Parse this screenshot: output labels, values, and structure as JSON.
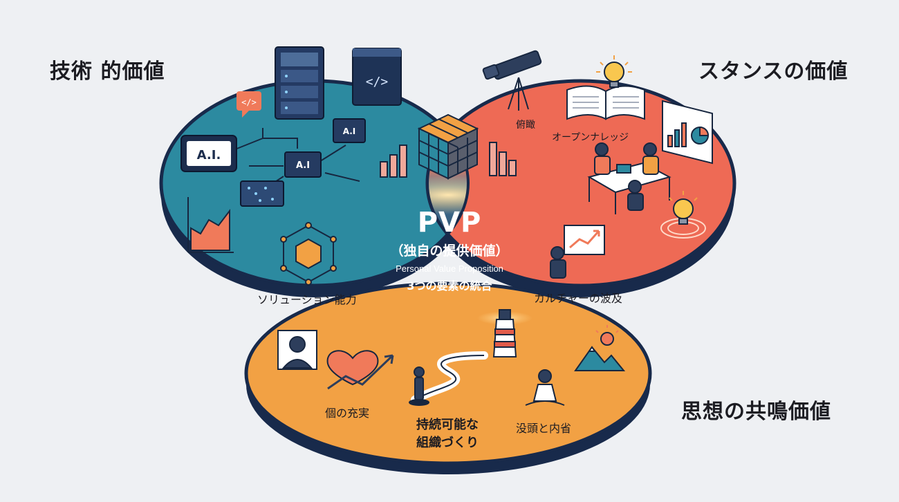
{
  "corners": {
    "top_left": "技術 的価値",
    "top_right": "スタンスの価値",
    "bottom_right": "思想の共鳴価値"
  },
  "center": {
    "title": "PVP",
    "subtitle_jp": "（独自の提供価値）",
    "subtitle_en": "Personal Value Proposition",
    "subtitle_jp2": "3つの要素の統合"
  },
  "left_circle": {
    "ai_chip_main": "A.I.",
    "ai_chip_small_1": "A.I",
    "ai_chip_small_2": "A.I",
    "code_glyph": "</>",
    "overlap_label": "ソリューション能力"
  },
  "right_circle": {
    "telescope_label": "俯瞰",
    "open_knowledge_label": "オープンナレッジ",
    "overlap_label": "カルチャーの波及"
  },
  "bottom_circle": {
    "fulfillment_label": "個の充実",
    "org_label_line1": "持続可能な",
    "org_label_line2": "組織づくり",
    "reflection_label": "没頭と内省"
  },
  "colors": {
    "teal": "#2c8aa0",
    "coral": "#ee6a55",
    "orange": "#f2a144",
    "navy": "#182a4b",
    "background": "#eef0f3"
  }
}
